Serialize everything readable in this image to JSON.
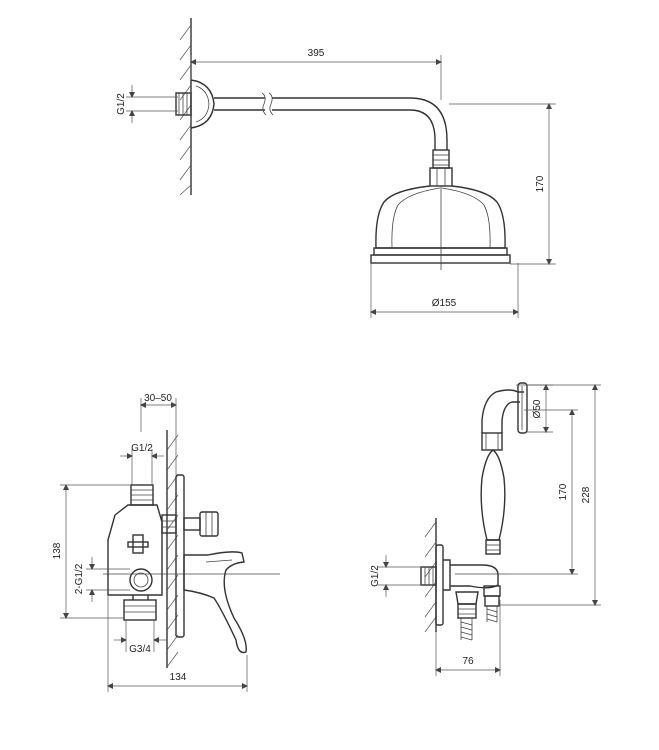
{
  "shower_head": {
    "arm_length": "395",
    "height": "170",
    "head_diameter": "Ø155",
    "wall_thread": "G1/2"
  },
  "mixer": {
    "depth_range": "30–50",
    "inlet_top": "G1/2",
    "height": "138",
    "side_outlets": "2-G1/2",
    "inlet_bottom": "G3/4",
    "width": "134"
  },
  "hand_shower": {
    "head_diameter": "Ø50",
    "handle_height": "170",
    "total_height": "228",
    "wall_thread": "G1/2",
    "projection": "76"
  }
}
